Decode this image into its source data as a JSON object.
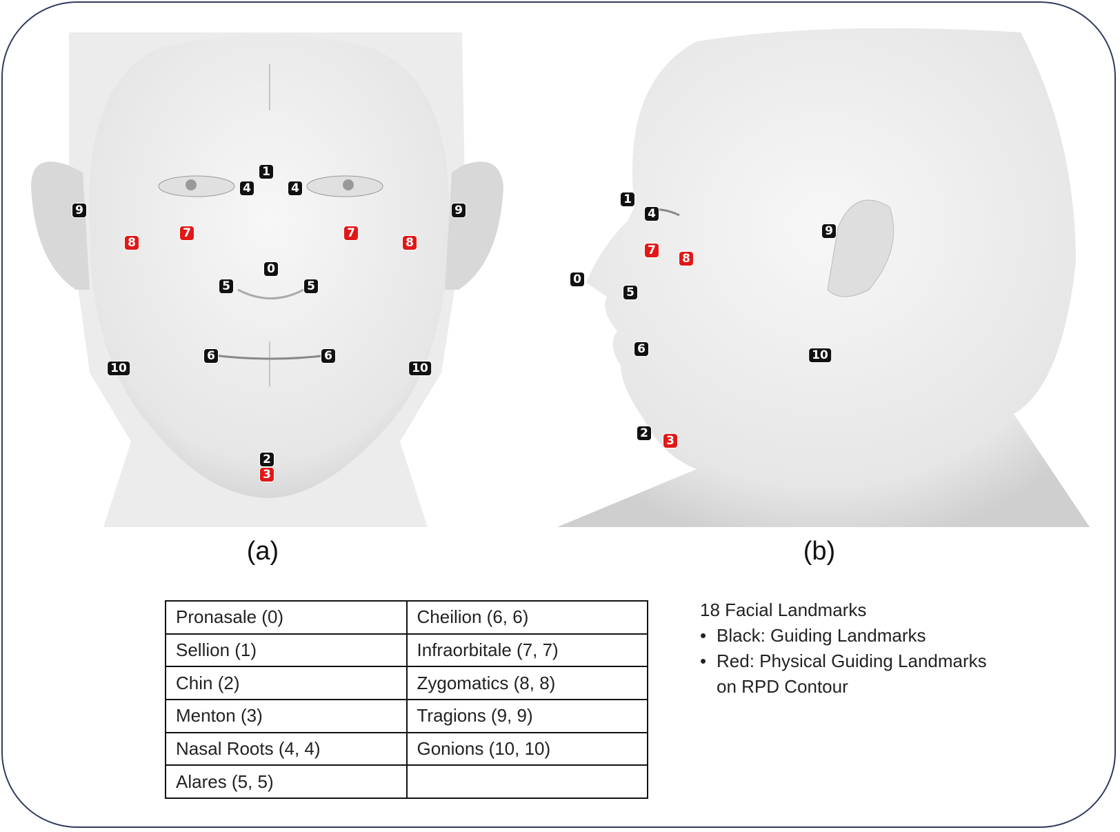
{
  "figure": {
    "panel_a_label": "(a)",
    "panel_b_label": "(b)",
    "colors": {
      "guiding": "#111111",
      "physical": "#e01818",
      "frame": "#2f3a5e"
    },
    "front_markers": [
      {
        "label": "1",
        "color": "black"
      },
      {
        "label": "4",
        "color": "black"
      },
      {
        "label": "4",
        "color": "black"
      },
      {
        "label": "9",
        "color": "black"
      },
      {
        "label": "9",
        "color": "black"
      },
      {
        "label": "8",
        "color": "red"
      },
      {
        "label": "7",
        "color": "red"
      },
      {
        "label": "7",
        "color": "red"
      },
      {
        "label": "8",
        "color": "red"
      },
      {
        "label": "0",
        "color": "black"
      },
      {
        "label": "5",
        "color": "black"
      },
      {
        "label": "5",
        "color": "black"
      },
      {
        "label": "6",
        "color": "black"
      },
      {
        "label": "6",
        "color": "black"
      },
      {
        "label": "10",
        "color": "black"
      },
      {
        "label": "10",
        "color": "black"
      },
      {
        "label": "2",
        "color": "black"
      },
      {
        "label": "3",
        "color": "red"
      }
    ],
    "side_markers": [
      {
        "label": "1",
        "color": "black"
      },
      {
        "label": "4",
        "color": "black"
      },
      {
        "label": "7",
        "color": "red"
      },
      {
        "label": "8",
        "color": "red"
      },
      {
        "label": "9",
        "color": "black"
      },
      {
        "label": "0",
        "color": "black"
      },
      {
        "label": "5",
        "color": "black"
      },
      {
        "label": "6",
        "color": "black"
      },
      {
        "label": "10",
        "color": "black"
      },
      {
        "label": "2",
        "color": "black"
      },
      {
        "label": "3",
        "color": "red"
      }
    ]
  },
  "table": {
    "rows": [
      [
        "Pronasale (0)",
        "Cheilion (6, 6)"
      ],
      [
        "Sellion (1)",
        "Infraorbitale (7, 7)"
      ],
      [
        "Chin (2)",
        "Zygomatics (8, 8)"
      ],
      [
        "Menton (3)",
        "Tragions (9, 9)"
      ],
      [
        "Nasal Roots (4, 4)",
        "Gonions (10, 10)"
      ],
      [
        "Alares (5, 5)",
        ""
      ]
    ]
  },
  "legend": {
    "title": "18 Facial Landmarks",
    "items": [
      "Black: Guiding Landmarks",
      "Red: Physical Guiding Landmarks on RPD Contour"
    ]
  }
}
